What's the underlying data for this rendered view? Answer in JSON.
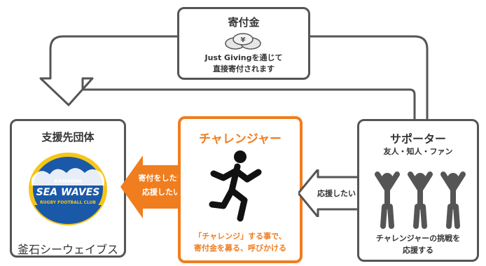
{
  "donation": {
    "title": "寄付金",
    "desc_line1": "Just Givingを通じて",
    "desc_line2": "直接寄付されます"
  },
  "support_org": {
    "title": "支援先団体",
    "logo_top": "KAMAISHI",
    "logo_main": "SEA WAVES",
    "logo_sub": "RUGBY FOOTBALL CLUB",
    "caption": "釜石シーウェイブス"
  },
  "challenger": {
    "title": "チャレンジャー",
    "desc_line1": "「チャレンジ」する事で、",
    "desc_line2": "寄付金を募る、呼びかける"
  },
  "supporter": {
    "title": "サポーター",
    "subtitle": "友人・知人・ファン",
    "desc_line1": "チャレンジャーの挑戦を",
    "desc_line2": "応援する"
  },
  "arrow_left": {
    "line1": "寄付をしたい！",
    "line2": "応援したい！"
  },
  "arrow_right": {
    "label": "応援したい！"
  },
  "colors": {
    "orange": "#f07d1e",
    "gray_border": "#555555",
    "arrow_gray": "#555555"
  },
  "icons": [
    "coins-icon",
    "running-person-icon",
    "cheering-people-icon"
  ]
}
